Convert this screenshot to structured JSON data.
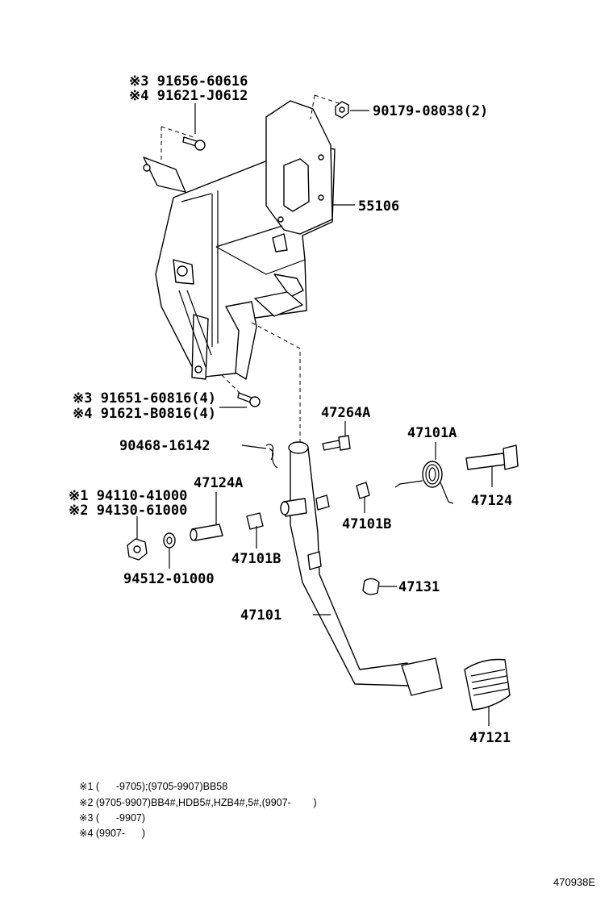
{
  "labels": {
    "p_91656": "※3 91656-60616",
    "p_91621_j": "※4 91621-J0612",
    "p_90179": "90179-08038(2)",
    "p_55106": "55106",
    "p_91651": "※3 91651-60816(4)",
    "p_91621_b": "※4 91621-B0816(4)",
    "p_47264a": "47264A",
    "p_47101a": "47101A",
    "p_90468": "90468-16142",
    "p_47124a": "47124A",
    "p_94110": "※1 94110-41000",
    "p_94130": "※2 94130-61000",
    "p_47124": "47124",
    "p_47101b_1": "47101B",
    "p_47101b_2": "47101B",
    "p_94512": "94512-01000",
    "p_47131": "47131",
    "p_47101": "47101",
    "p_47121": "47121"
  },
  "notes": {
    "n1": "※1 (      -9705);(9705-9907)BB58",
    "n2": "※2 (9705-9907)BB4#,HDB5#,HZB4#,5#,(9907-        )",
    "n3": "※3 (      -9907)",
    "n4": "※4 (9907-      )"
  },
  "diagram_code": "470938E"
}
